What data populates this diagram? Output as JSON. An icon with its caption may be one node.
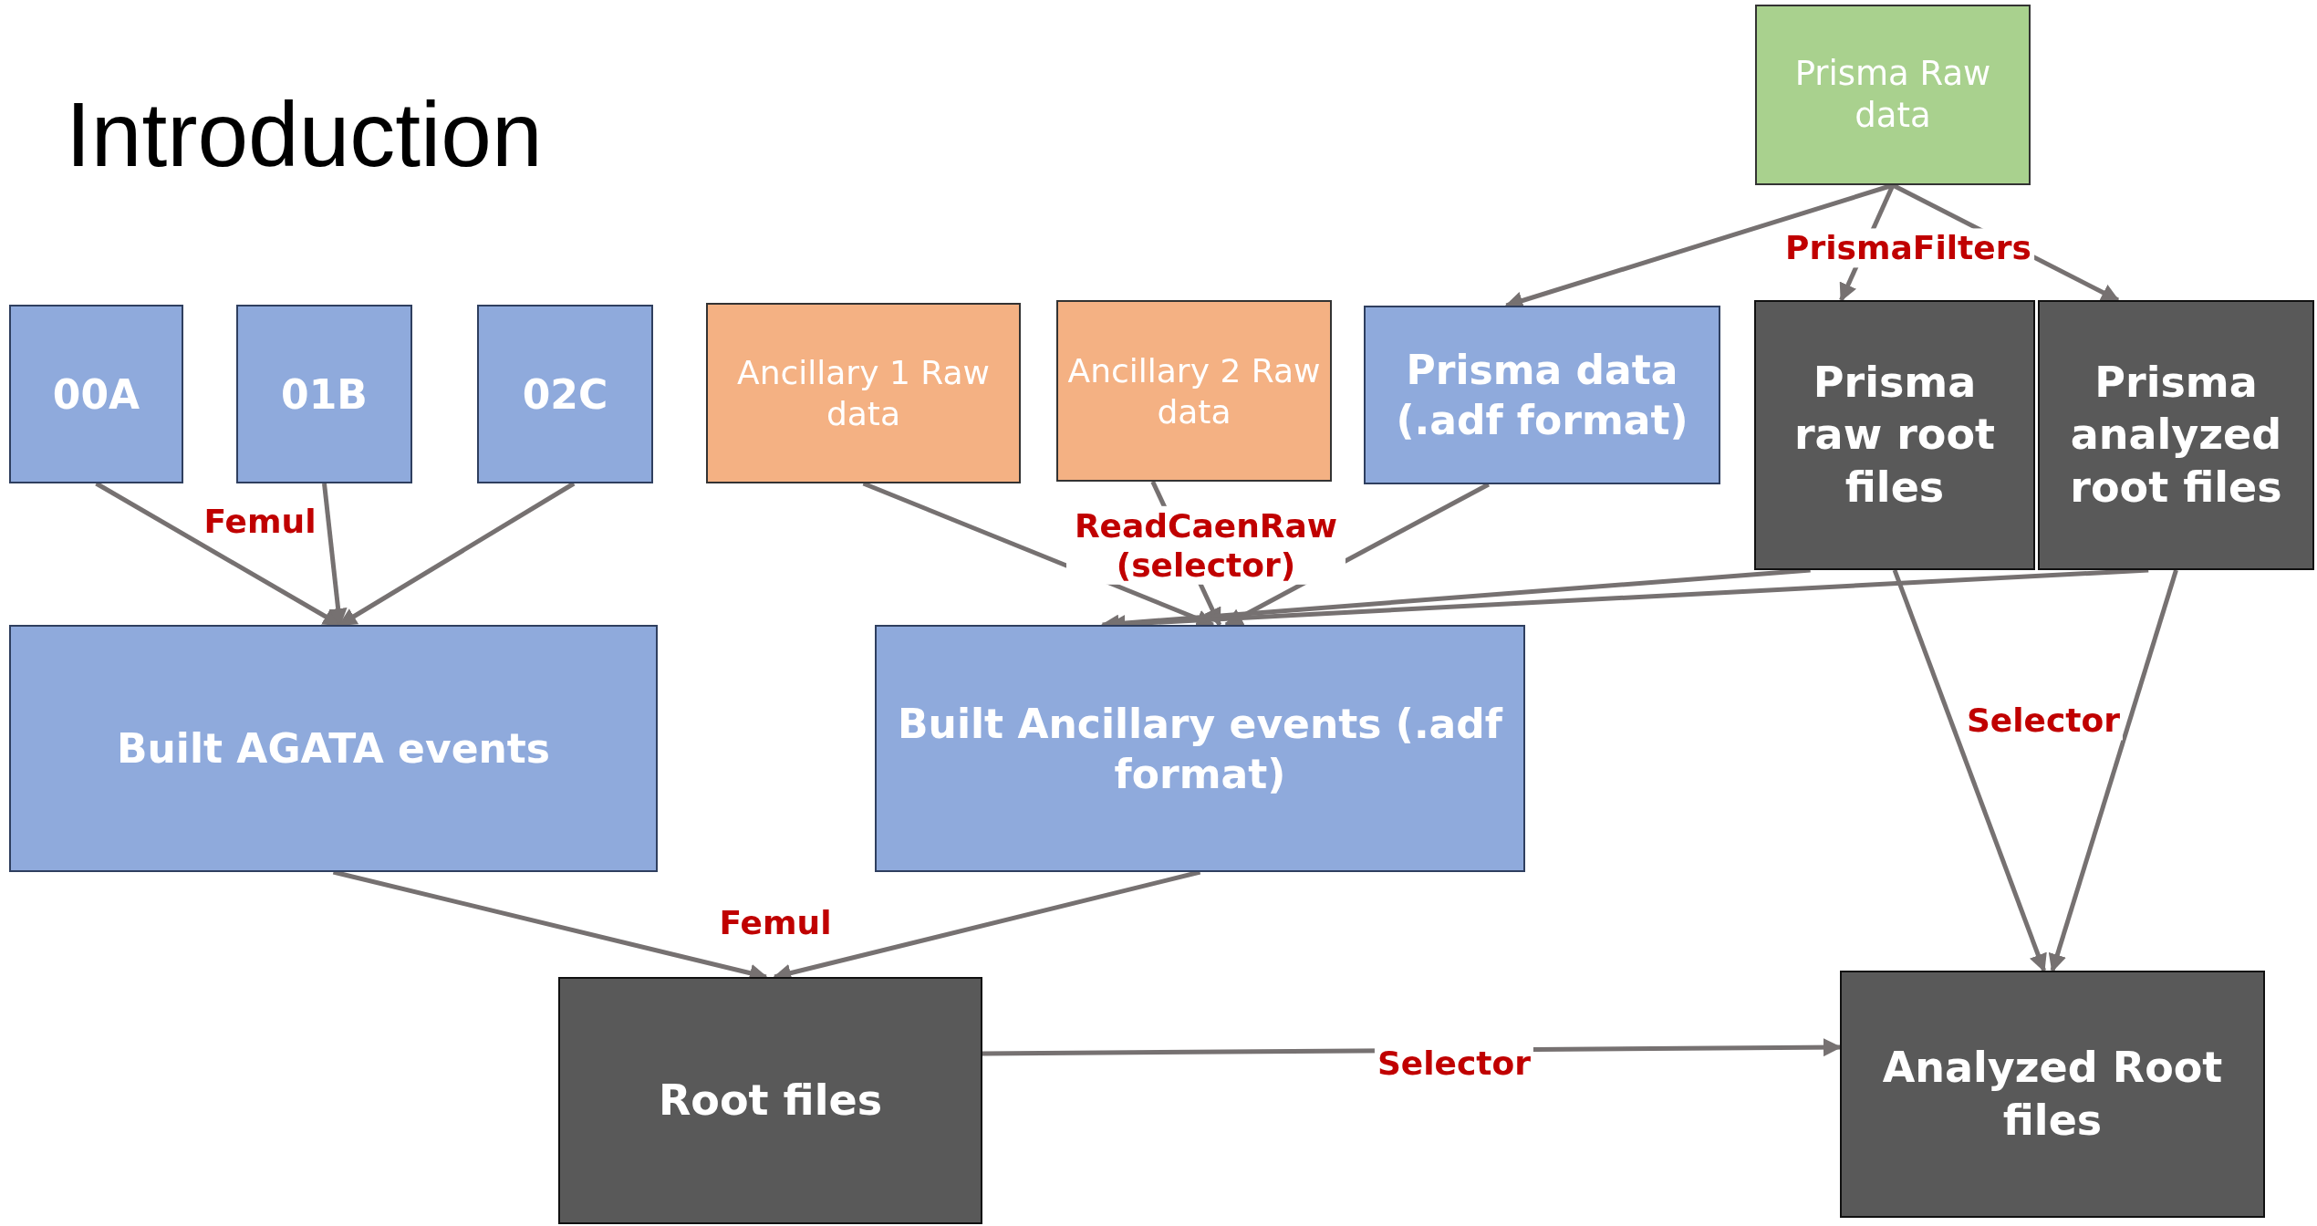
{
  "diagram": {
    "title": "Introduction",
    "nodes": [
      {
        "text": [
          "Prisma Raw data"
        ]
      },
      {
        "text": [
          "00A"
        ]
      },
      {
        "text": [
          "01B"
        ]
      },
      {
        "text": [
          "02C"
        ]
      },
      {
        "text": [
          "Ancillary 1 Raw data"
        ]
      },
      {
        "text": [
          "Ancillary 2 Raw data"
        ]
      },
      {
        "text": [
          "Prisma data (.adf format)"
        ]
      },
      {
        "text": [
          "Prisma raw root files"
        ]
      },
      {
        "text": [
          "Prisma analyzed root files"
        ]
      },
      {
        "text": [
          "Built AGATA events"
        ]
      },
      {
        "text": [
          "Built Ancillary events (.adf format)"
        ]
      },
      {
        "text": [
          "Root files"
        ]
      },
      {
        "text": [
          "Analyzed Root files"
        ]
      }
    ],
    "edges": [
      {
        "from": 0,
        "to": 6,
        "arrow": "to"
      },
      {
        "from": 0,
        "to": 7,
        "arrow": "to",
        "label": "PrismaFilters"
      },
      {
        "from": 0,
        "to": 8,
        "arrow": "to"
      },
      {
        "from": 1,
        "to": 9,
        "arrow": "to"
      },
      {
        "from": 2,
        "to": 9,
        "arrow": "to",
        "label": "Femul"
      },
      {
        "from": 3,
        "to": 9,
        "arrow": "to"
      },
      {
        "from": 4,
        "to": 10,
        "arrow": "to"
      },
      {
        "from": 5,
        "to": 10,
        "arrow": "to",
        "label": "ReadCaenRaw (selector)"
      },
      {
        "from": 6,
        "to": 10,
        "arrow": "to"
      },
      {
        "from": 7,
        "to": 10,
        "arrow": "to"
      },
      {
        "from": 8,
        "to": 10,
        "arrow": "to"
      },
      {
        "from": 9,
        "to": 11,
        "arrow": "to",
        "label": "Femul"
      },
      {
        "from": 10,
        "to": 11,
        "arrow": "to"
      },
      {
        "from": 11,
        "to": 12,
        "arrow": "to",
        "label": "Selector"
      },
      {
        "from": 7,
        "to": 12,
        "arrow": "to",
        "label": "Selector"
      },
      {
        "from": 8,
        "to": 12,
        "arrow": "to"
      }
    ]
  }
}
